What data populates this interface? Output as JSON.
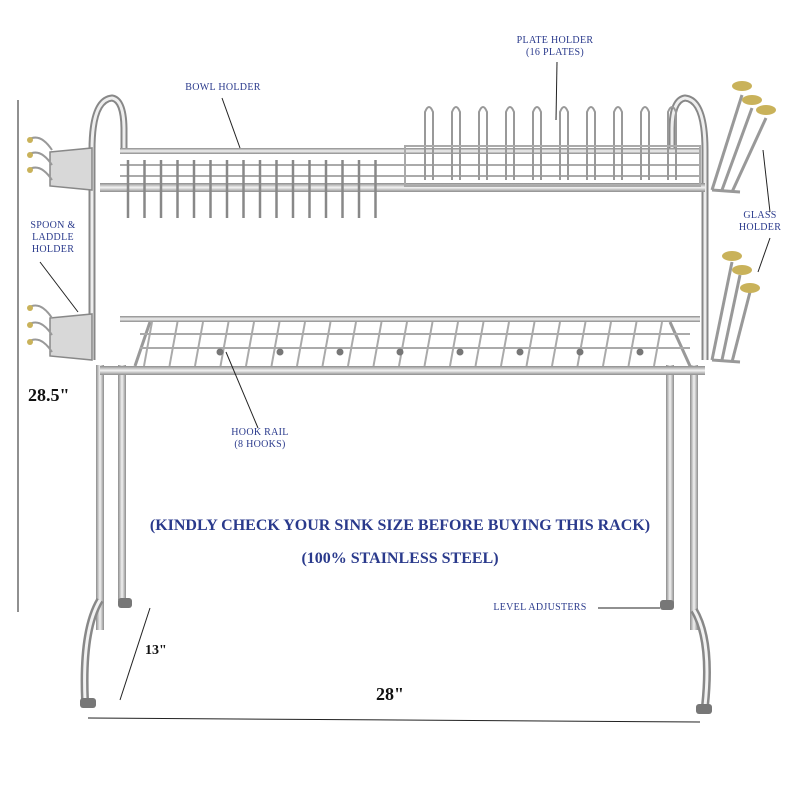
{
  "labels": {
    "plate_holder": [
      "PLATE HOLDER",
      "(16 PLATES)"
    ],
    "bowl_holder": "BOWL HOLDER",
    "spoon_holder": [
      "SPOON &",
      "LADDLE",
      "HOLDER"
    ],
    "glass_holder": [
      "GLASS",
      "HOLDER"
    ],
    "hook_rail": [
      "HOOK RAIL",
      "(8 HOOKS)"
    ],
    "level_adjusters": "LEVEL ADJUSTERS"
  },
  "dimensions": {
    "height": "28.5\"",
    "depth": "13\"",
    "width": "28\""
  },
  "notes": {
    "sink_check": "(KINDLY CHECK YOUR SINK SIZE BEFORE BUYING THIS RACK)",
    "material": "(100% STAINLESS STEEL)"
  },
  "colors": {
    "label_text": "#2a3a8c",
    "steel": "#9a9a9a",
    "knob": "#c9b25a"
  }
}
